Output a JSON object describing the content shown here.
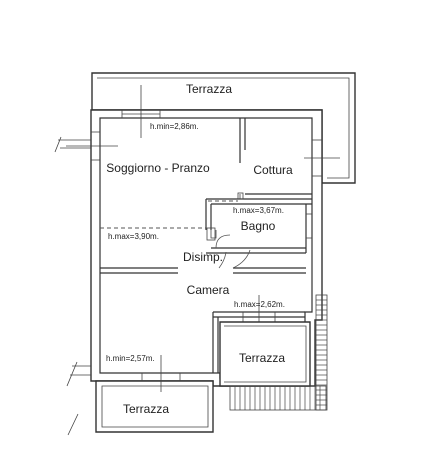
{
  "rooms": {
    "terrazza_top": "Terrazza",
    "soggiorno": "Soggiorno - Pranzo",
    "cottura": "Cottura",
    "bagno": "Bagno",
    "disimpegno": "Disimp.",
    "camera": "Camera",
    "terrazza_right": "Terrazza",
    "terrazza_bottom": "Terrazza"
  },
  "heights": {
    "soggiorno_min": "h.min=2,86m.",
    "bagno_max": "h.max=3,67m.",
    "soggiorno_max": "h.max=3,90m.",
    "camera_max": "h.max=2,62m.",
    "camera_min": "h.min=2,57m."
  }
}
